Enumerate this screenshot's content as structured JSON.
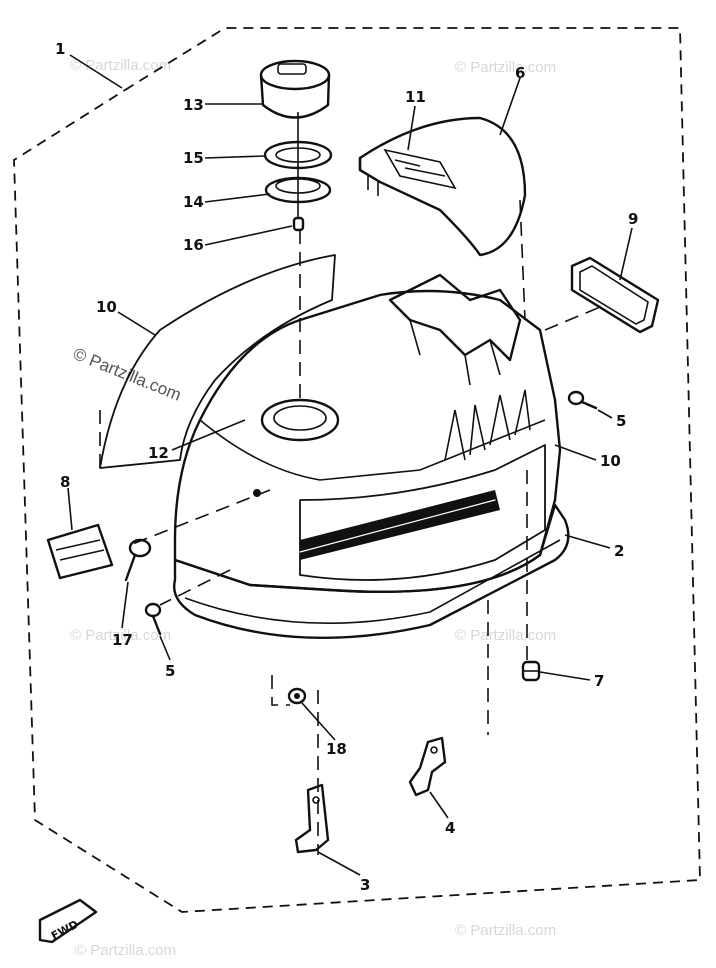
{
  "diagram": {
    "watermark": "© Partzilla.com",
    "fwd_label": "FWD",
    "callouts": {
      "c1": "1",
      "c2": "2",
      "c3": "3",
      "c4": "4",
      "c5a": "5",
      "c5b": "5",
      "c6": "6",
      "c7": "7",
      "c8": "8",
      "c9": "9",
      "c10a": "10",
      "c10b": "10",
      "c11": "11",
      "c12": "12",
      "c13": "13",
      "c14": "14",
      "c15": "15",
      "c16": "16",
      "c17": "17",
      "c18": "18"
    }
  }
}
